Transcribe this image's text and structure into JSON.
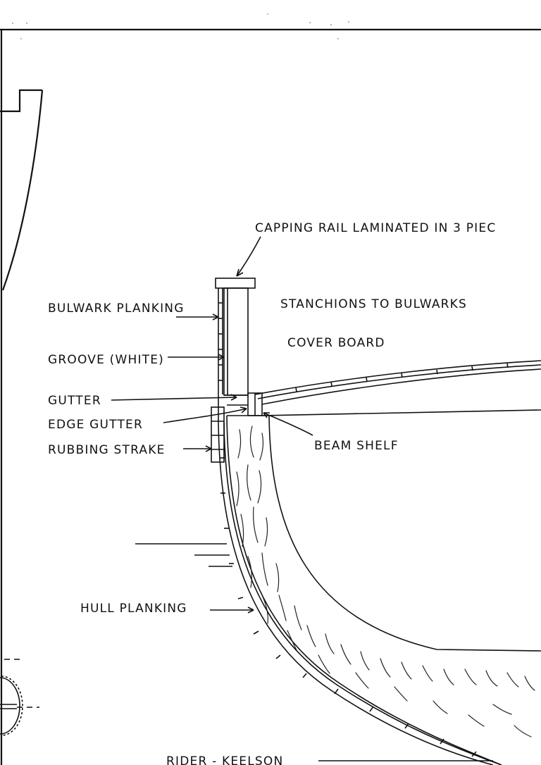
{
  "labels": {
    "capping_rail": "CAPPING RAIL LAMINATED IN 3 PIEC",
    "stanchions": "STANCHIONS TO BULWARKS",
    "cover_board": "COVER BOARD",
    "bulwark_planking": "BULWARK PLANKING",
    "groove": "GROOVE (WHITE)",
    "gutter": "GUTTER",
    "edge_gutter": "EDGE GUTTER",
    "rubbing_strake": "RUBBING STRAKE",
    "beam_shelf": "BEAM SHELF",
    "hull_planking": "HULL PLANKING",
    "rider_keelson": "RIDER - KEELSON"
  },
  "colors": {
    "ink": "#111111",
    "paper": "#ffffff"
  }
}
